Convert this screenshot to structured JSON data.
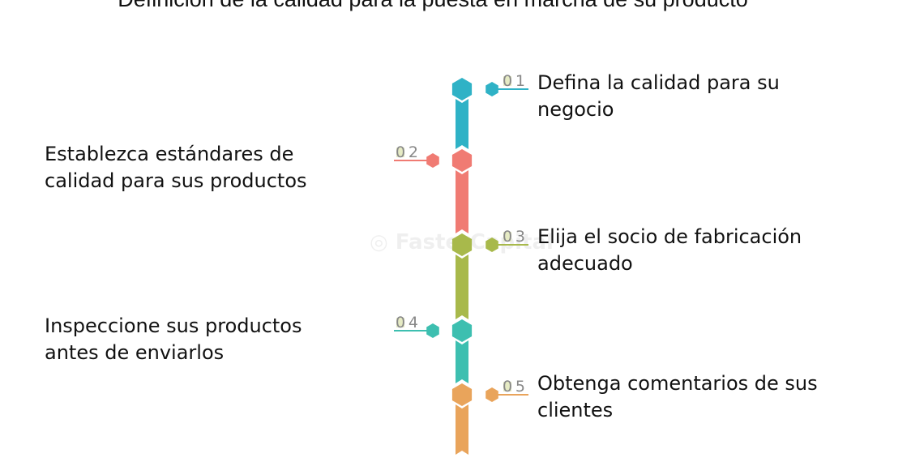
{
  "title": "Definición de la calidad para la puesta en marcha de su producto",
  "watermark": "FasterCapital",
  "steps": [
    {
      "number": "01",
      "text": "Defina la calidad para su negocio",
      "side": "right",
      "color": "#2fb2c6"
    },
    {
      "number": "02",
      "text": "Establezca estándares de calidad para sus productos",
      "side": "left",
      "color": "#f07b73"
    },
    {
      "number": "03",
      "text": "Elija el socio de fabricación adecuado",
      "side": "right",
      "color": "#a8b94b"
    },
    {
      "number": "04",
      "text": "Inspeccione sus productos antes de enviarlos",
      "side": "left",
      "color": "#3dbfb0"
    },
    {
      "number": "05",
      "text": "Obtenga comentarios de sus clientes",
      "side": "right",
      "color": "#e9a45b"
    }
  ]
}
